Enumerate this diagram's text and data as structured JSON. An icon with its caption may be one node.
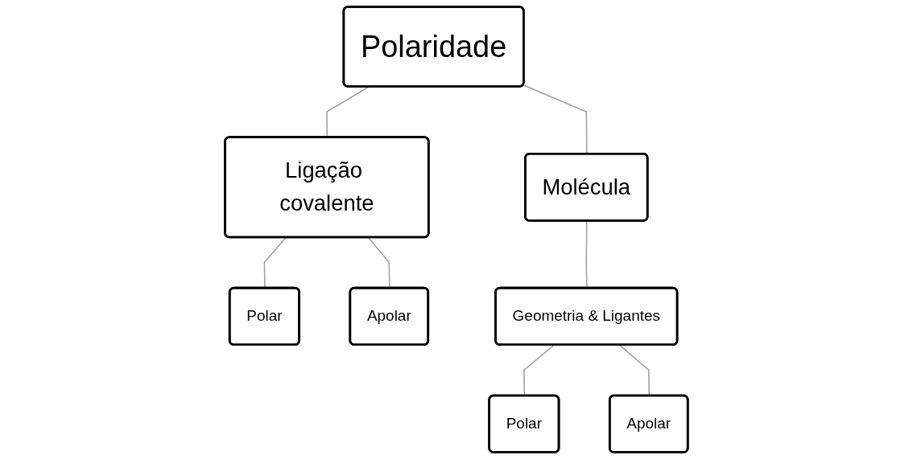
{
  "diagram": {
    "nodes": [
      {
        "text": [
          "Polaridade"
        ]
      },
      {
        "text": [
          "Ligação covalente"
        ]
      },
      {
        "text": [
          "Molécula"
        ]
      },
      {
        "text": [
          "Polar"
        ]
      },
      {
        "text": [
          "Apolar"
        ]
      },
      {
        "text": [
          "Geometria & Ligantes"
        ]
      },
      {
        "text": [
          "Polar"
        ]
      },
      {
        "text": [
          "Apolar"
        ]
      }
    ],
    "edges": [
      {
        "from": 0,
        "to": 1,
        "arrow": "none"
      },
      {
        "from": 0,
        "to": 2,
        "arrow": "none"
      },
      {
        "from": 1,
        "to": 3,
        "arrow": "none"
      },
      {
        "from": 1,
        "to": 4,
        "arrow": "none"
      },
      {
        "from": 2,
        "to": 5,
        "arrow": "none"
      },
      {
        "from": 5,
        "to": 6,
        "arrow": "none"
      },
      {
        "from": 5,
        "to": 7,
        "arrow": "none"
      }
    ]
  }
}
